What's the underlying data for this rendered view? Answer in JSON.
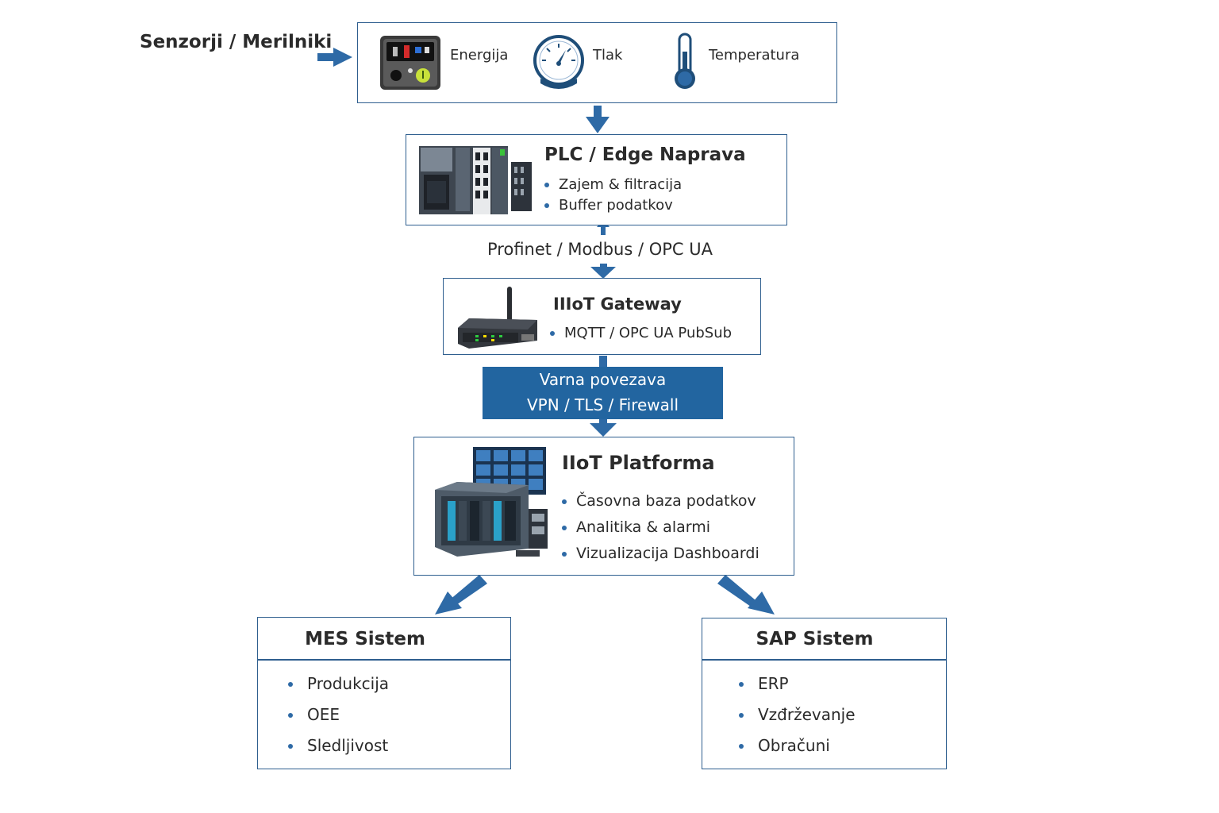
{
  "sensors": {
    "side_label": "Senzorji / Merilniki",
    "items": [
      {
        "label": "Energija",
        "icon": "energy-meter-icon"
      },
      {
        "label": "Tlak",
        "icon": "pressure-gauge-icon"
      },
      {
        "label": "Temperatura",
        "icon": "thermometer-icon"
      }
    ]
  },
  "plc": {
    "title": "PLC / Edge Naprava",
    "items": [
      "Zajem & filtracija",
      "Buffer podatkov"
    ],
    "icon": "plc-controller-icon"
  },
  "protocols": "Profinet / Modbus / OPC UA",
  "gateway": {
    "title": "IIIoT Gateway",
    "items": [
      "MQTT / OPC UA PubSub"
    ],
    "icon": "gateway-router-icon"
  },
  "secure": {
    "line1": "Varna povezava",
    "line2": "VPN / TLS / Firewall"
  },
  "platform": {
    "title": "IIoT Platforma",
    "items": [
      "Časovna baza podatkov",
      "Analitika & alarmi",
      "Vizualizacija Dashboardi"
    ],
    "icon": "server-rack-icon"
  },
  "mes": {
    "title": "MES Sistem",
    "items": [
      "Produkcija",
      "OEE",
      "Sledljivost"
    ]
  },
  "sap": {
    "title": "SAP Sistem",
    "items": [
      "ERP",
      "Vzđrževanje",
      "Obračuni"
    ]
  },
  "colors": {
    "accent": "#2e6aa6",
    "border": "#2f5f8f",
    "secure_bg": "#2265a0"
  }
}
